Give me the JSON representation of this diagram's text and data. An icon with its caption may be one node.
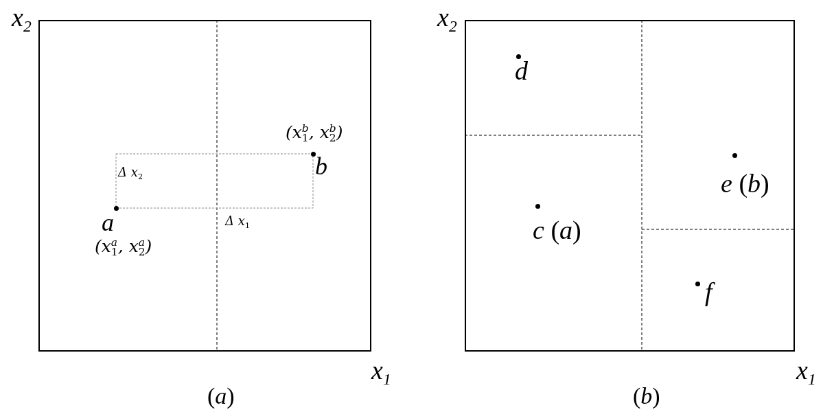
{
  "diagram": {
    "nodes": [
      {
        "text": [],
        "shape": "box",
        "beside": [
          "x$_{2}$",
          "x$_{1}$",
          "(*a*)"
        ]
      },
      {
        "text": [],
        "shape": "circle",
        "in": 0,
        "beside": [
          "a",
          "(x$_{1}$$^{a}$, x$_{2}$$^{a}$)"
        ]
      },
      {
        "text": [],
        "shape": "circle",
        "in": 0,
        "beside": [
          "(x$_{1}$$^{b}$, x$_{2}$$^{b}$)",
          "b"
        ]
      },
      {
        "text": [],
        "shape": "box",
        "beside": [
          "x$_{2}$",
          "x$_{1}$",
          "(*b*)"
        ]
      },
      {
        "text": [],
        "shape": "circle",
        "in": 3,
        "beside": [
          "d"
        ]
      },
      {
        "text": [],
        "shape": "circle",
        "in": 3,
        "beside": [
          "*c* (*a*)"
        ]
      },
      {
        "text": [],
        "shape": "circle",
        "in": 3,
        "beside": [
          "f"
        ]
      },
      {
        "text": [],
        "shape": "circle",
        "in": 3,
        "beside": [
          "*e* (*b*)"
        ]
      }
    ],
    "labels": [
      "Δ x$_{2}$",
      "Δ x$_{1}$"
    ]
  }
}
